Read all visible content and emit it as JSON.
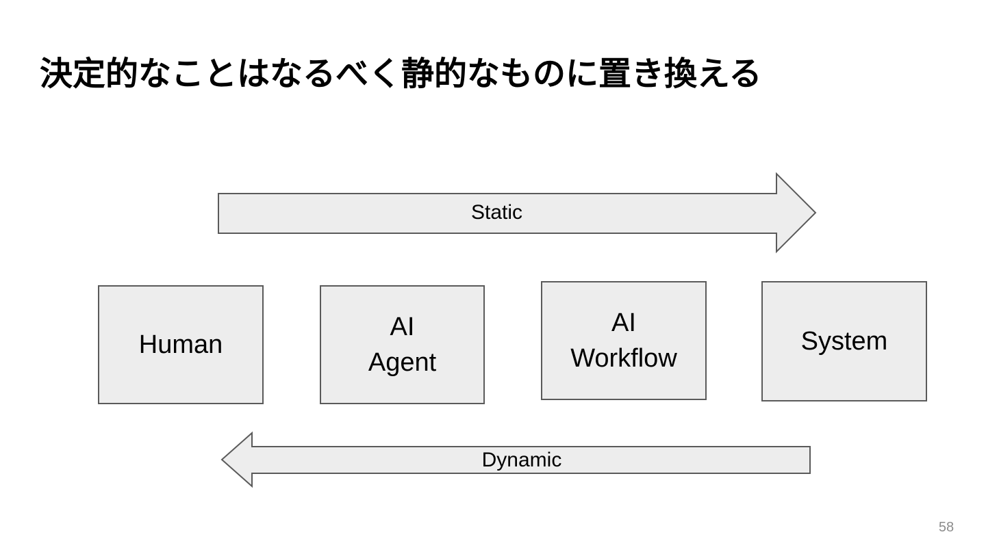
{
  "slide": {
    "title": "決定的なことはなるべく静的なものに置き換える",
    "page_number": "58",
    "background_color": "#ffffff"
  },
  "diagram": {
    "type": "spectrum",
    "shape_fill_color": "#ededed",
    "shape_border_color": "#5a5a5a",
    "top_arrow": {
      "label": "Static",
      "direction": "right"
    },
    "bottom_arrow": {
      "label": "Dynamic",
      "direction": "left"
    },
    "nodes": [
      {
        "label": "Human"
      },
      {
        "label": "AI\nAgent"
      },
      {
        "label": "AI\nWorkflow"
      },
      {
        "label": "System"
      }
    ]
  }
}
